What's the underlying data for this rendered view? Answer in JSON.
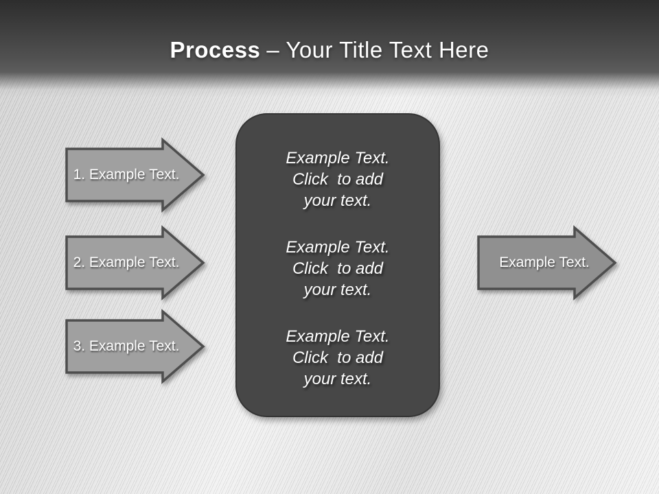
{
  "title": {
    "bold": "Process",
    "rest": "– Your Title Text Here"
  },
  "left_arrows": [
    {
      "label": "1. Example Text."
    },
    {
      "label": "2. Example Text."
    },
    {
      "label": "3. Example Text."
    }
  ],
  "right_arrow": {
    "label": "Example Text."
  },
  "center_box": {
    "paragraphs": [
      {
        "line1": "Example Text.",
        "line2": "Click  to add",
        "line3": "your text."
      },
      {
        "line1": "Example Text.",
        "line2": "Click  to add",
        "line3": "your text."
      },
      {
        "line1": "Example Text.",
        "line2": "Click  to add",
        "line3": "your text."
      }
    ]
  },
  "colors": {
    "header_top": "#2d2d2d",
    "header_bottom": "#5d5d5d",
    "background_light": "#efefef",
    "background_dark": "#c9c9c9",
    "arrow_fill_left": "#a0a0a0",
    "arrow_fill_right": "#909090",
    "arrow_outline": "#4e4e4e",
    "box_fill": "#474747",
    "box_border": "#343434",
    "text": "#ffffff"
  }
}
